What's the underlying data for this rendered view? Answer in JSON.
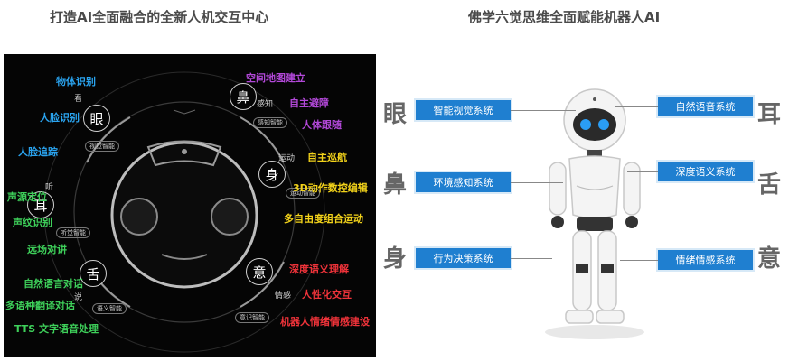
{
  "titles": {
    "left": "打造AI全面融合的全新人机交互中心",
    "right": "佛学六觉思维全面赋能机器人AI"
  },
  "left_diagram": {
    "senses": {
      "eye": "眼",
      "ear": "耳",
      "tongue": "舌",
      "nose": "鼻",
      "body": "身",
      "mind": "意"
    },
    "verbs": {
      "see": "看",
      "listen": "听",
      "speak": "说",
      "perceive": "感知",
      "move": "运动",
      "feel": "情感"
    },
    "modules": {
      "vision": "视觉智能",
      "hearing": "听觉智能",
      "semantic": "语义智能",
      "perception": "感知智能",
      "motion": "运动智能",
      "cognition": "意识智能"
    },
    "features": {
      "object_recognition": "物体识别",
      "face_recognition": "人脸识别",
      "face_tracking": "人脸追踪",
      "sound_localization": "声源定位",
      "voiceprint": "声纹识别",
      "far_field": "远场对讲",
      "natural_dialogue": "自然语言对话",
      "translation": "多语种翻译对话",
      "tts": "TTS 文字语音处理",
      "mapping": "空间地图建立",
      "obstacle_avoidance": "自主避障",
      "following": "人体跟随",
      "patrol": "自主巡航",
      "motion_programming": "3D动作数控编辑",
      "dof_motion": "多自由度组合运动",
      "semantic_understanding": "深度语义理解",
      "personalized": "人性化交互",
      "emotion": "机器人情绪情感建设"
    }
  },
  "right_diagram": {
    "left_chars": [
      "眼",
      "鼻",
      "身"
    ],
    "right_chars": [
      "耳",
      "舌",
      "意"
    ],
    "left_systems": [
      "智能视觉系统",
      "环境感知系统",
      "行为决策系统"
    ],
    "right_systems": [
      "自然语音系统",
      "深度语义系统",
      "情绪情感系统"
    ]
  },
  "colors": {
    "system_box": "#1f7fd0",
    "blue_text": "#2aa4f0",
    "green_text": "#3ed05a",
    "purple_text": "#b248d8",
    "yellow_text": "#f2d21a",
    "red_text": "#f0333a"
  }
}
